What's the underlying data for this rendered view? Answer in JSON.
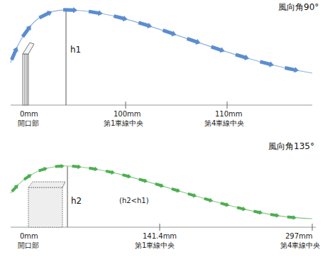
{
  "diagram": {
    "labels": [
      "風向角90°",
      "h1",
      "0mm",
      "開口部",
      "100mm",
      "第1車線中央",
      "110mm",
      "第4車線中央",
      "風向角135°",
      "h2",
      "(h2<h1)",
      "0mm",
      "開口部",
      "141.4mm",
      "第1車線中央",
      "297mm",
      "第4車線中央"
    ]
  }
}
